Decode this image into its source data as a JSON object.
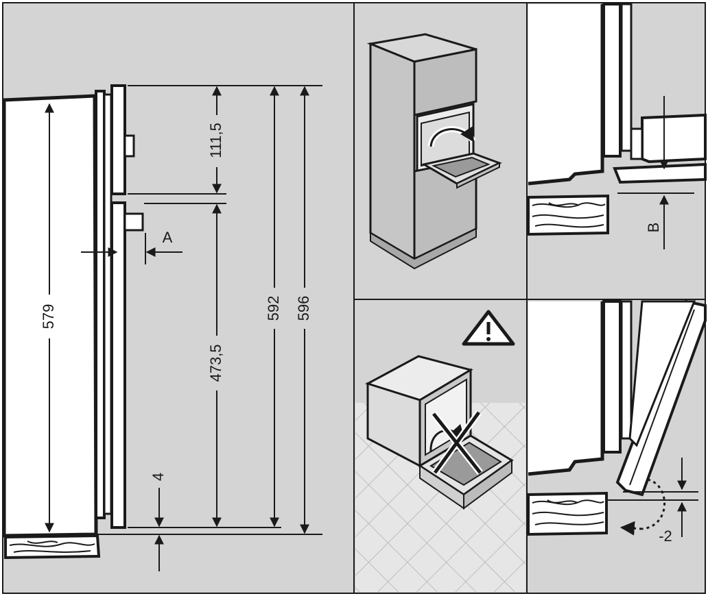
{
  "dimensions": {
    "upper_panel_height": "111,5",
    "lower_panel_height": "473,5",
    "front_height": "592",
    "total_height": "596",
    "body_height": "579",
    "gap_bottom": "4"
  },
  "labels": {
    "detail_a": "A",
    "detail_b": "B",
    "offset": "-2"
  },
  "colors": {
    "background": "#d4d4d4",
    "appliance": "#ffffff",
    "stroke": "#1a1a1a",
    "tile": "#e6e6e6",
    "tile_lines": "#b0b0b0",
    "door_grey": "#9a9a9a"
  },
  "icons": [
    "warning-triangle-icon",
    "open-door-arrow-icon",
    "crossed-out-icon"
  ]
}
